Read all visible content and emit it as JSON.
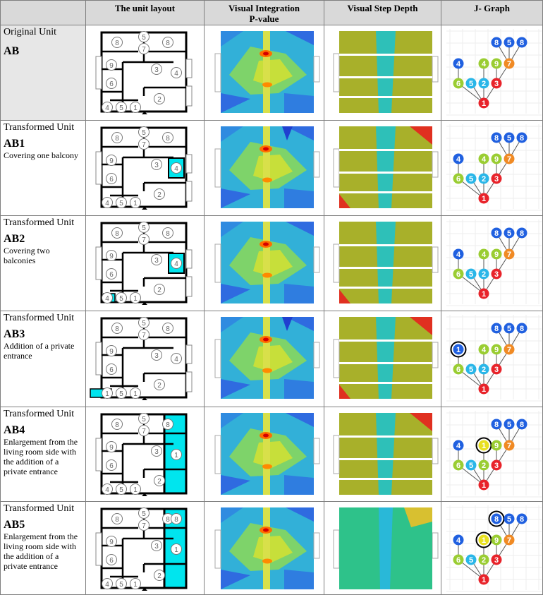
{
  "headers": {
    "blank": "",
    "layout": "The unit layout",
    "vi": "Visual Integration\nP-value",
    "vsd": "Visual Step Depth",
    "jg": "J- Graph"
  },
  "rows": [
    {
      "kind": "Original Unit",
      "code": "AB",
      "note": ""
    },
    {
      "kind": "Transformed Unit",
      "code": "AB1",
      "note": "Covering one balcony"
    },
    {
      "kind": "Transformed Unit",
      "code": "AB2",
      "note": "Covering two balconies"
    },
    {
      "kind": "Transformed Unit",
      "code": "AB3",
      "note": "Addition of a private entrance"
    },
    {
      "kind": "Transformed Unit",
      "code": "AB4",
      "note": "Enlargement from the living room side with the addition of a private entrance"
    },
    {
      "kind": "Transformed Unit",
      "code": "AB5",
      "note": "Enlargement from the living room side with the addition of a private entrance"
    }
  ],
  "room_numbers": [
    "8",
    "5",
    "8",
    "7",
    "9",
    "3",
    "4",
    "6",
    "2",
    "4",
    "5",
    "1",
    "1"
  ],
  "jgraph": {
    "node_labels": [
      "8",
      "5",
      "8",
      "4",
      "4",
      "9",
      "7",
      "6",
      "5",
      "2",
      "3",
      "1"
    ],
    "colors": {
      "blue": "#2060e0",
      "green": "#9acd32",
      "orange": "#f08a24",
      "cyan": "#29b6e8",
      "red": "#e8232a"
    }
  },
  "colors": {
    "header_bg": "#d9d9d9",
    "highlight": "#00e5ee"
  }
}
